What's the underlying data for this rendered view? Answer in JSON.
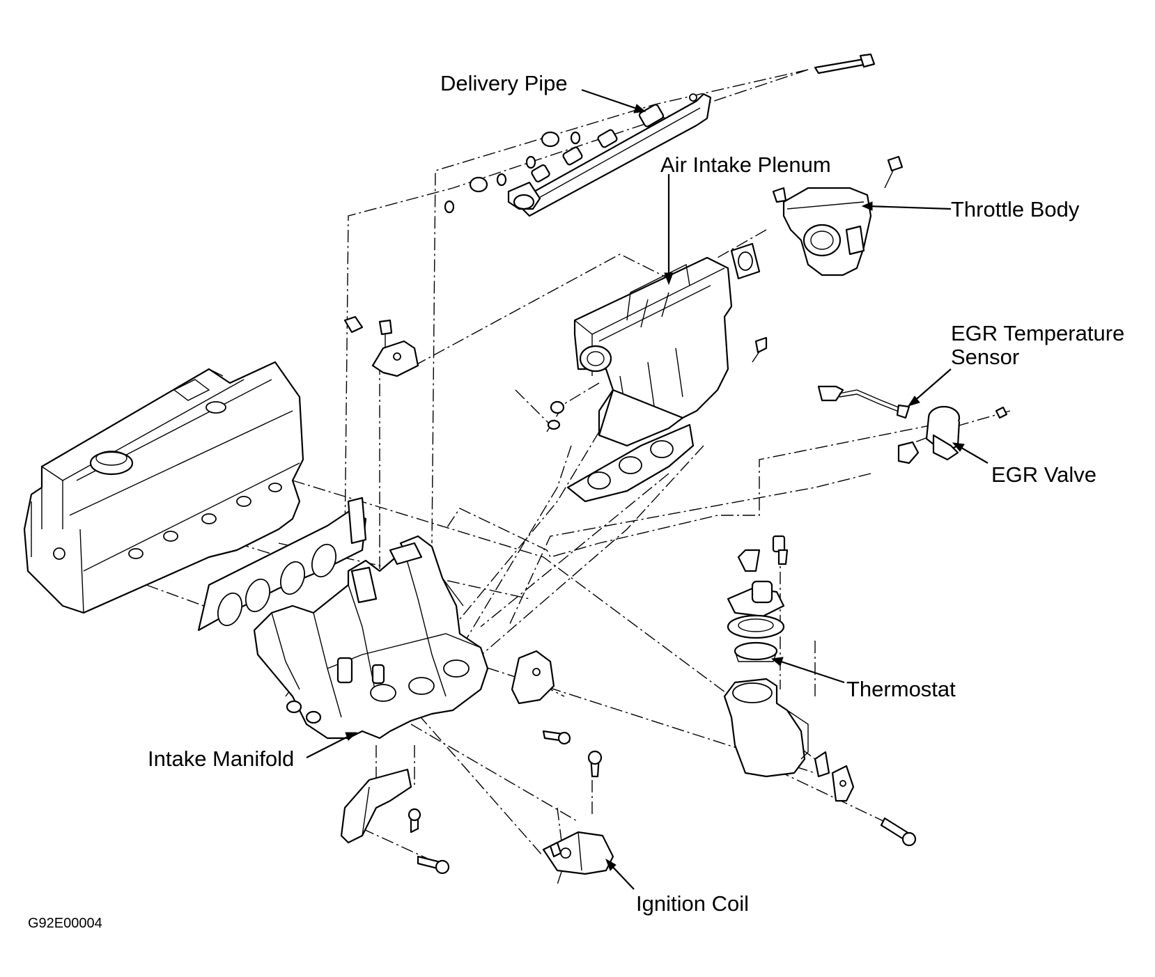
{
  "labels": {
    "delivery_pipe": "Delivery Pipe",
    "air_intake_plenum": "Air Intake Plenum",
    "throttle_body": "Throttle Body",
    "egr_temperature_sensor_line1": "EGR Temperature",
    "egr_temperature_sensor_line2": "Sensor",
    "egr_valve": "EGR Valve",
    "thermostat": "Thermostat",
    "intake_manifold": "Intake Manifold",
    "ignition_coil": "Ignition Coil"
  },
  "figure_code": "G92E00004",
  "colors": {
    "line": "#000000",
    "background": "#ffffff"
  }
}
